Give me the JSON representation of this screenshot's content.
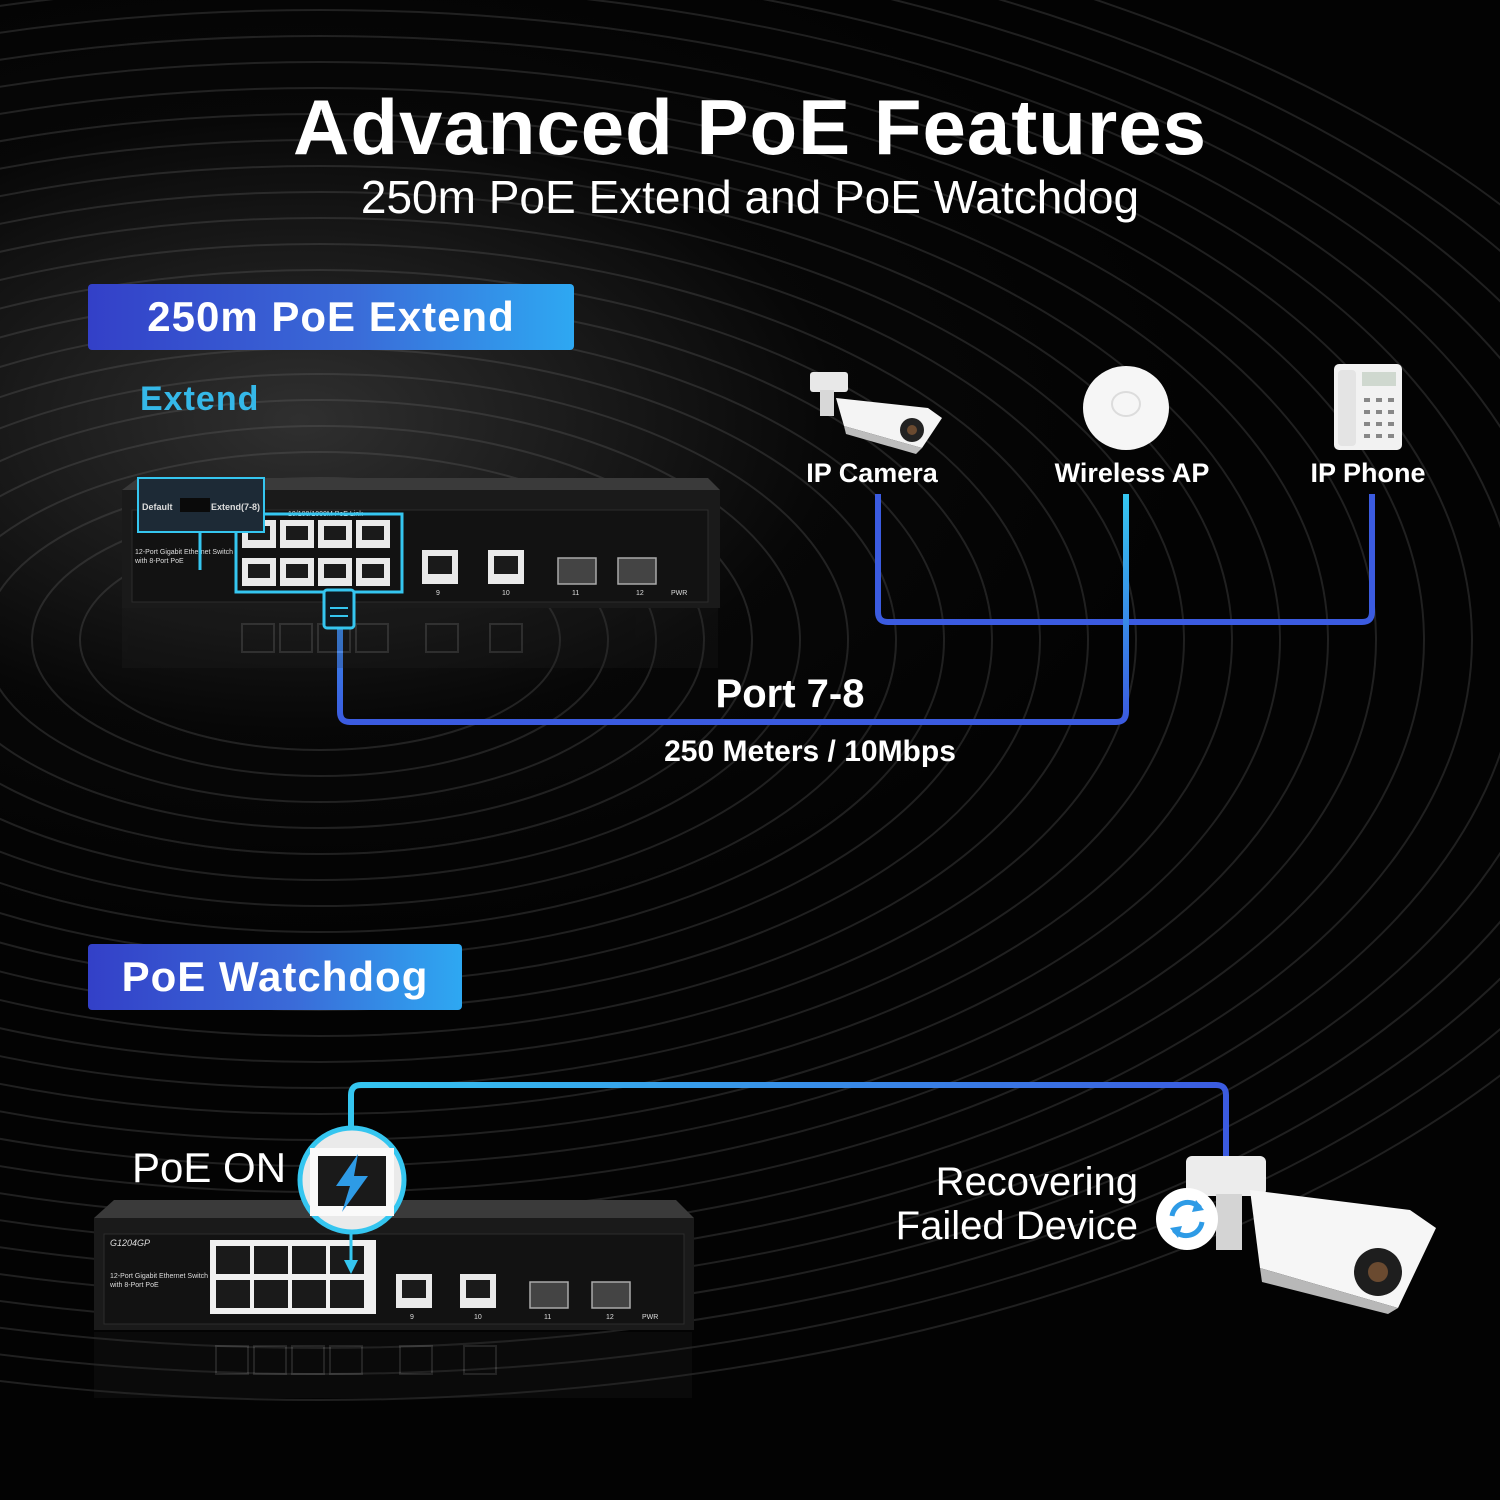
{
  "header": {
    "title": "Advanced PoE Features",
    "subtitle": "250m PoE Extend and PoE Watchdog"
  },
  "extend_section": {
    "badge": "250m PoE Extend",
    "mode_label": "Extend",
    "switch": {
      "switch_default": "Default",
      "switch_extend": "Extend(7-8)",
      "ports_title": "10/100/1000M PoE Link",
      "model_desc_1": "12-Port Gigabit Ethernet Switch",
      "model_desc_2": "with 8-Port PoE",
      "pwr": "PWR",
      "port_9": "9",
      "port_10": "10",
      "port_11": "11",
      "port_12": "12"
    },
    "devices": {
      "camera": "IP Camera",
      "ap": "Wireless AP",
      "phone": "IP Phone"
    },
    "port_label": "Port 7-8",
    "distance": "250 Meters / 10Mbps"
  },
  "watchdog_section": {
    "badge": "PoE Watchdog",
    "poe_on": "PoE ON",
    "switch_model": "G1204GP",
    "recover_line1": "Recovering",
    "recover_line2": "Failed Device"
  },
  "colors": {
    "badge_start": "#3340c8",
    "badge_end": "#2ea8f2",
    "line_cyan": "#35c6f0",
    "line_blue": "#3b5be0",
    "extend_text": "#35b8e8"
  }
}
